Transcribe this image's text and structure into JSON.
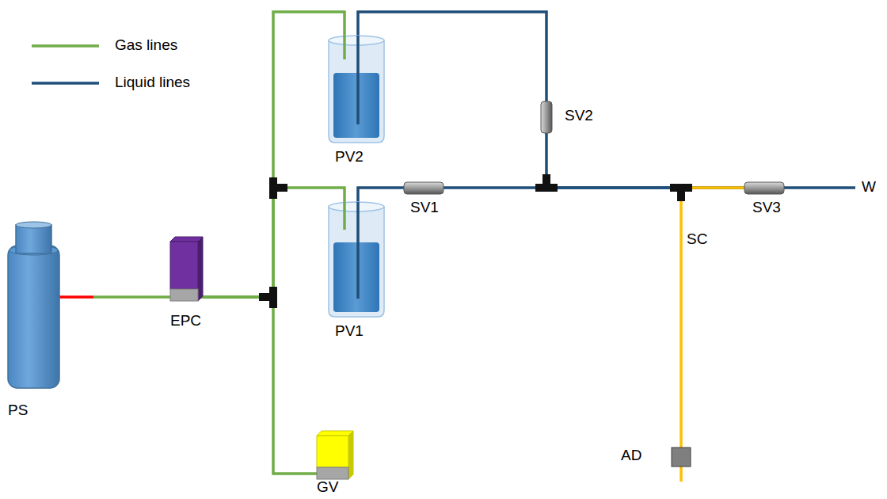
{
  "diagram": {
    "nodes": [
      {
        "text": [
          "PS"
        ]
      },
      {
        "text": [
          "EPC"
        ]
      },
      {
        "text": [
          "PV2"
        ]
      },
      {
        "text": [
          "PV1"
        ]
      },
      {
        "text": [
          "SV1"
        ]
      },
      {
        "text": [
          "SV2"
        ]
      },
      {
        "text": [
          "SV3"
        ]
      },
      {
        "text": [
          "GV"
        ]
      },
      {
        "text": [
          "AD"
        ]
      }
    ],
    "edges": [
      {
        "from": 0,
        "to": 1,
        "arrow": "none"
      },
      {
        "from": 1,
        "to": 2,
        "arrow": "none"
      },
      {
        "from": 1,
        "to": 3,
        "arrow": "none"
      },
      {
        "from": 1,
        "to": 7,
        "arrow": "none"
      },
      {
        "from": 2,
        "to": 5,
        "arrow": "none"
      },
      {
        "from": 3,
        "to": 4,
        "arrow": "none"
      },
      {
        "from": 5,
        "to": 6,
        "arrow": "none"
      },
      {
        "from": 4,
        "to": 6,
        "arrow": "none"
      },
      {
        "from": 8,
        "to": 6,
        "arrow": "none"
      }
    ],
    "labels": [
      "W",
      "SC"
    ],
    "legend": [
      {
        "text": "Gas lines"
      },
      {
        "text": "Liquid lines"
      }
    ]
  }
}
